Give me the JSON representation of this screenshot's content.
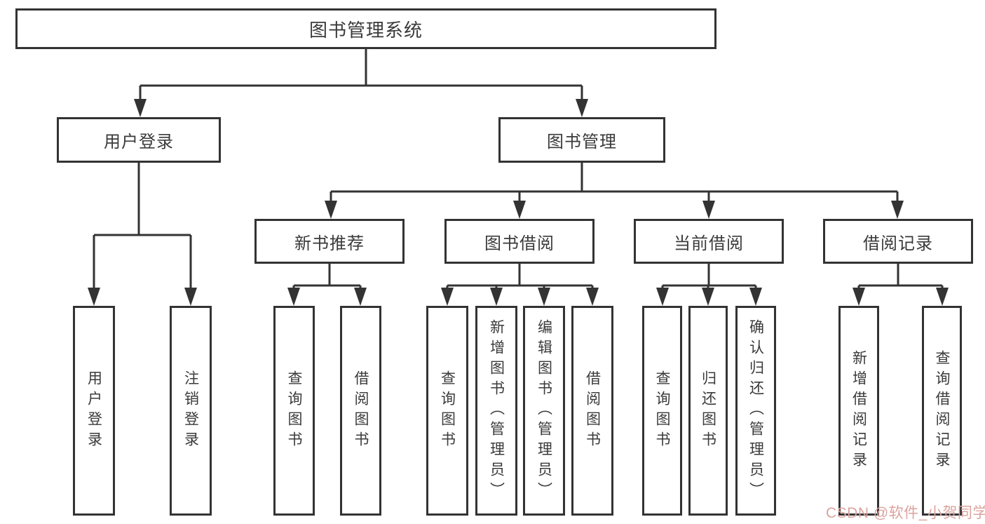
{
  "diagram_type": "tree",
  "tree": {
    "root": {
      "label": "图书管理系统"
    },
    "children": [
      {
        "label": "用户登录",
        "children": [
          {
            "label": "用户登录"
          },
          {
            "label": "注销登录"
          }
        ]
      },
      {
        "label": "图书管理",
        "children": [
          {
            "label": "新书推荐",
            "children": [
              {
                "label": "查询图书"
              },
              {
                "label": "借阅图书"
              }
            ]
          },
          {
            "label": "图书借阅",
            "children": [
              {
                "label": "查询图书"
              },
              {
                "label": "新增图书（管理员）"
              },
              {
                "label": "编辑图书（管理员）"
              },
              {
                "label": "借阅图书"
              }
            ]
          },
          {
            "label": "当前借阅",
            "children": [
              {
                "label": "查询图书"
              },
              {
                "label": "归还图书"
              },
              {
                "label": "确认归还（管理员）"
              }
            ]
          },
          {
            "label": "借阅记录",
            "children": [
              {
                "label": "新增借阅记录"
              },
              {
                "label": "查询借阅记录"
              }
            ]
          }
        ]
      }
    ]
  },
  "watermark": {
    "text": "CSDN @软件_小贺同学",
    "color": "#dba39f"
  },
  "colors": {
    "background": "#ffffff",
    "line": "#333333",
    "box_border": "#333333",
    "text": "#3a3a3a"
  }
}
